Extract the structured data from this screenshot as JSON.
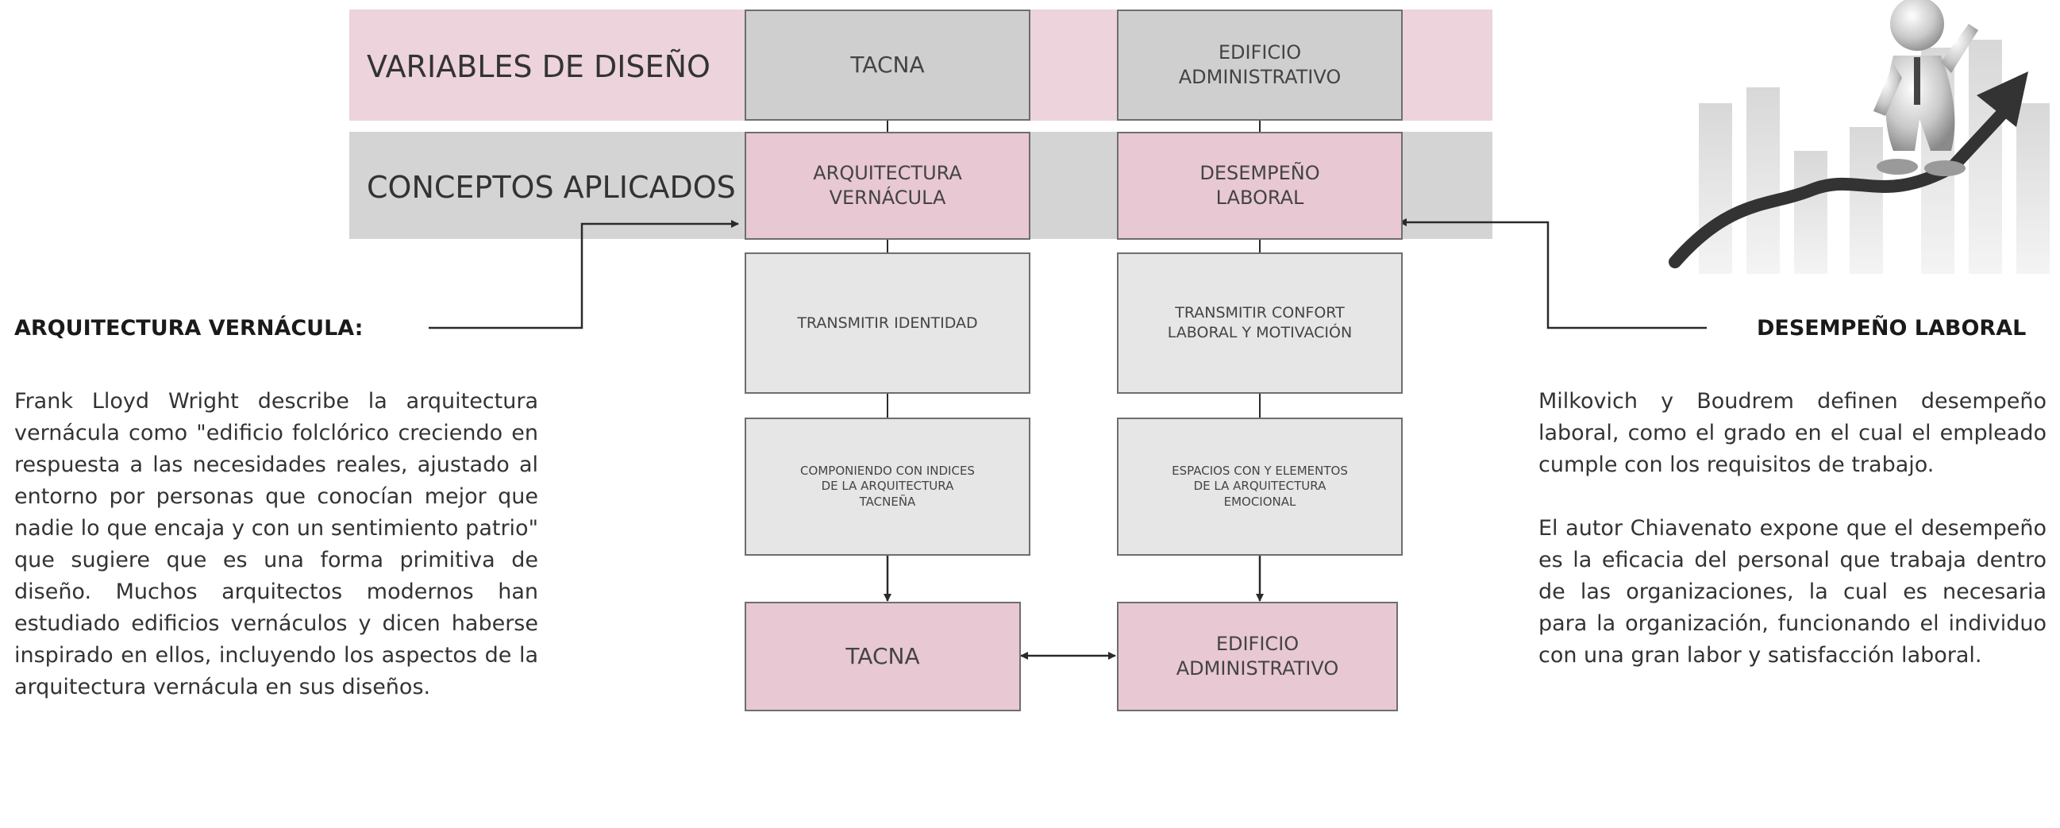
{
  "bands": {
    "variables_label": "VARIABLES DE DISEÑO",
    "conceptos_label": "CONCEPTOS APLICADOS"
  },
  "left_column": {
    "header": "TACNA",
    "concept": [
      "ARQUITECTURA",
      "VERNÁCULA"
    ],
    "step1": "TRANSMITIR IDENTIDAD",
    "step2": [
      "COMPONIENDO CON INDICES",
      "DE LA ARQUITECTURA",
      "TACNEÑA"
    ],
    "result": "TACNA"
  },
  "right_column": {
    "header": [
      "EDIFICIO",
      "ADMINISTRATIVO"
    ],
    "concept": [
      "DESEMPEÑO",
      "LABORAL"
    ],
    "step1": [
      "TRANSMITIR CONFORT",
      "LABORAL Y MOTIVACIÓN"
    ],
    "step2": [
      "ESPACIOS CON Y ELEMENTOS",
      "DE LA ARQUITECTURA",
      "EMOCIONAL"
    ],
    "result": [
      "EDIFICIO",
      "ADMINISTRATIVO"
    ]
  },
  "left_note": {
    "title": "ARQUITECTURA VERNÁCULA:",
    "text": "Frank Lloyd Wright describe la arquitectura vernácula como \"edificio folclórico creciendo en respuesta a las necesidades reales, ajustado al entorno por personas que conocían mejor que nadie lo que encaja y con un sentimiento patrio\" que sugiere que es una forma primitiva de diseño. Muchos arquitectos modernos han estudiado edificios vernáculos y dicen haberse inspirado en ellos, incluyendo los aspectos de la arquitectura vernácula en sus diseños."
  },
  "right_note": {
    "title": "DESEMPEÑO LABORAL",
    "text1": "Milkovich y Boudrem definen desempeño laboral, como el grado en el cual el empleado cumple con los requisitos de trabajo.",
    "text2": "El autor Chiavenato expone que el desempeño es la eficacia del personal que trabaja dentro de las organizaciones, la cual es necesaria para la organización, funcionando el individuo con una gran labor y satisfacción laboral."
  },
  "colors": {
    "pink": "#e8c8d3",
    "band_pink": "#ecd3dc",
    "gray": "#cfcfcf",
    "light_gray": "#e6e6e6",
    "arrow": "#2a2a2a"
  },
  "icons": [
    "success-figure-icon"
  ]
}
